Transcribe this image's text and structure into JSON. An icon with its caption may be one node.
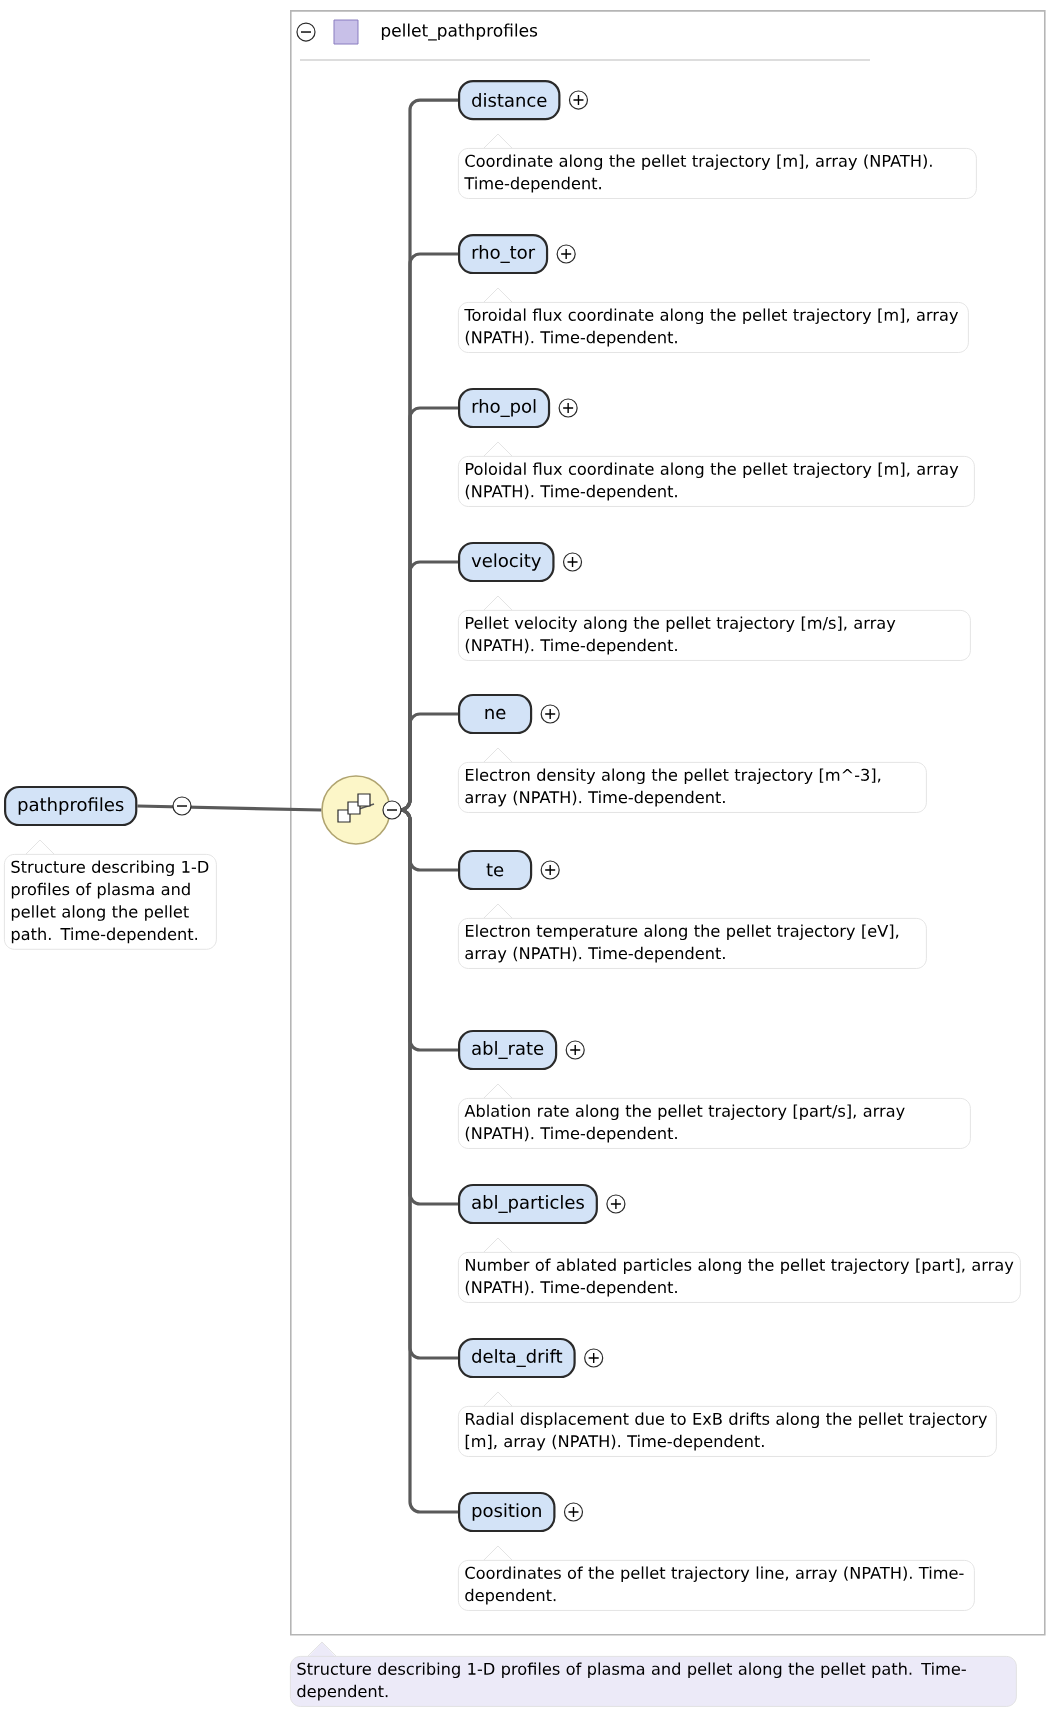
{
  "diagram": {
    "nodes": [
      {
        "text": [
          "pathprofiles"
        ],
        "beside": [
          "Structure describing 1-D profiles of plasma and pellet along the pellet path. Time-dependent."
        ]
      },
      {
        "text": [
          "pellet_pathprofiles"
        ],
        "beside": [
          "Structure describing 1-D profiles of plasma and pellet along the pellet path. Time-dependent."
        ]
      },
      {
        "text": [],
        "shape": "circle",
        "in": 1
      },
      {
        "text": [
          "distance"
        ],
        "in": 1,
        "beside": [
          "Coordinate along the pellet trajectory [m], array (NPATH). Time-dependent."
        ]
      },
      {
        "text": [
          "rho_tor"
        ],
        "in": 1,
        "beside": [
          "Toroidal flux coordinate along the pellet trajectory [m], array (NPATH). Time-dependent."
        ]
      },
      {
        "text": [
          "rho_pol"
        ],
        "in": 1,
        "beside": [
          "Poloidal flux coordinate along the pellet trajectory [m], array (NPATH). Time-dependent."
        ]
      },
      {
        "text": [
          "velocity"
        ],
        "in": 1,
        "beside": [
          "Pellet velocity along the pellet trajectory [m/s], array (NPATH). Time-dependent."
        ]
      },
      {
        "text": [
          "ne"
        ],
        "in": 1,
        "beside": [
          "Electron density along the pellet trajectory [m^-3], array (NPATH). Time-dependent."
        ]
      },
      {
        "text": [
          "te"
        ],
        "in": 1,
        "beside": [
          "Electron temperature along the pellet trajectory [eV], array (NPATH). Time-dependent."
        ]
      },
      {
        "text": [
          "abl_rate"
        ],
        "in": 1,
        "beside": [
          "Ablation rate along the pellet trajectory [part/s], array (NPATH). Time-dependent."
        ]
      },
      {
        "text": [
          "abl_particles"
        ],
        "in": 1,
        "beside": [
          "Number of ablated particles along the pellet trajectory [part], array (NPATH). Time-dependent."
        ]
      },
      {
        "text": [
          "delta_drift"
        ],
        "in": 1,
        "beside": [
          "Radial displacement due to ExB drifts along the pellet trajectory [m], array (NPATH). Time-dependent."
        ]
      },
      {
        "text": [
          "position"
        ],
        "in": 1,
        "beside": [
          "Coordinates of the pellet trajectory line, array (NPATH). Time-dependent."
        ]
      }
    ],
    "edges": [
      {
        "from": 0,
        "to": 2,
        "arrow": "none"
      },
      {
        "from": 2,
        "to": 3,
        "arrow": "none"
      },
      {
        "from": 2,
        "to": 4,
        "arrow": "none"
      },
      {
        "from": 2,
        "to": 5,
        "arrow": "none"
      },
      {
        "from": 2,
        "to": 6,
        "arrow": "none"
      },
      {
        "from": 2,
        "to": 7,
        "arrow": "none"
      },
      {
        "from": 2,
        "to": 8,
        "arrow": "none"
      },
      {
        "from": 2,
        "to": 9,
        "arrow": "none"
      },
      {
        "from": 2,
        "to": 10,
        "arrow": "none"
      },
      {
        "from": 2,
        "to": 11,
        "arrow": "none"
      },
      {
        "from": 2,
        "to": 12,
        "arrow": "none"
      }
    ]
  }
}
